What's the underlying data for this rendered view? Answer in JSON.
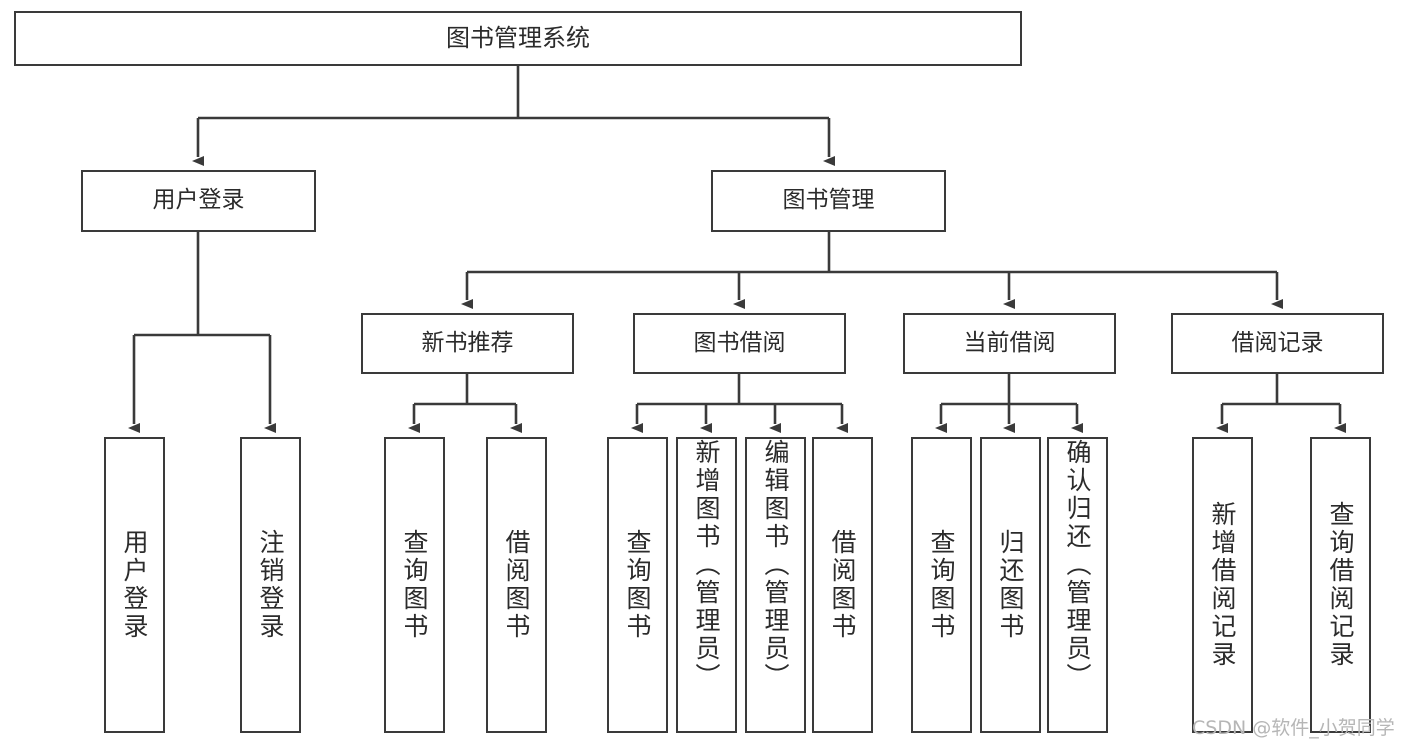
{
  "diagram": {
    "type": "tree-hierarchy",
    "title": "图书管理系统",
    "style": {
      "box_fill": "#ffffff",
      "box_border": "#3a3a3a",
      "line_color": "#3a3a3a",
      "text_color": "#2b2b2b",
      "background": "#ffffff"
    },
    "nodes": {
      "root": {
        "label": "图书管理系统"
      },
      "level2": [
        {
          "label": "用户登录"
        },
        {
          "label": "图书管理"
        }
      ],
      "level3": [
        {
          "label": "新书推荐"
        },
        {
          "label": "图书借阅"
        },
        {
          "label": "当前借阅"
        },
        {
          "label": "借阅记录"
        }
      ],
      "leaves": {
        "user_login": [
          {
            "label": "用户登录"
          },
          {
            "label": "注销登录"
          }
        ],
        "new_book": [
          {
            "label": "查询图书"
          },
          {
            "label": "借阅图书"
          }
        ],
        "book_borrow": [
          {
            "label": "查询图书"
          },
          {
            "label": "新增图书（管理员）"
          },
          {
            "label": "编辑图书（管理员）"
          },
          {
            "label": "借阅图书"
          }
        ],
        "current_borrow": [
          {
            "label": "查询图书"
          },
          {
            "label": "归还图书"
          },
          {
            "label": "确认归还（管理员）"
          }
        ],
        "borrow_record": [
          {
            "label": "新增借阅记录"
          },
          {
            "label": "查询借阅记录"
          }
        ]
      }
    },
    "watermark": "CSDN @软件_小贺同学"
  }
}
